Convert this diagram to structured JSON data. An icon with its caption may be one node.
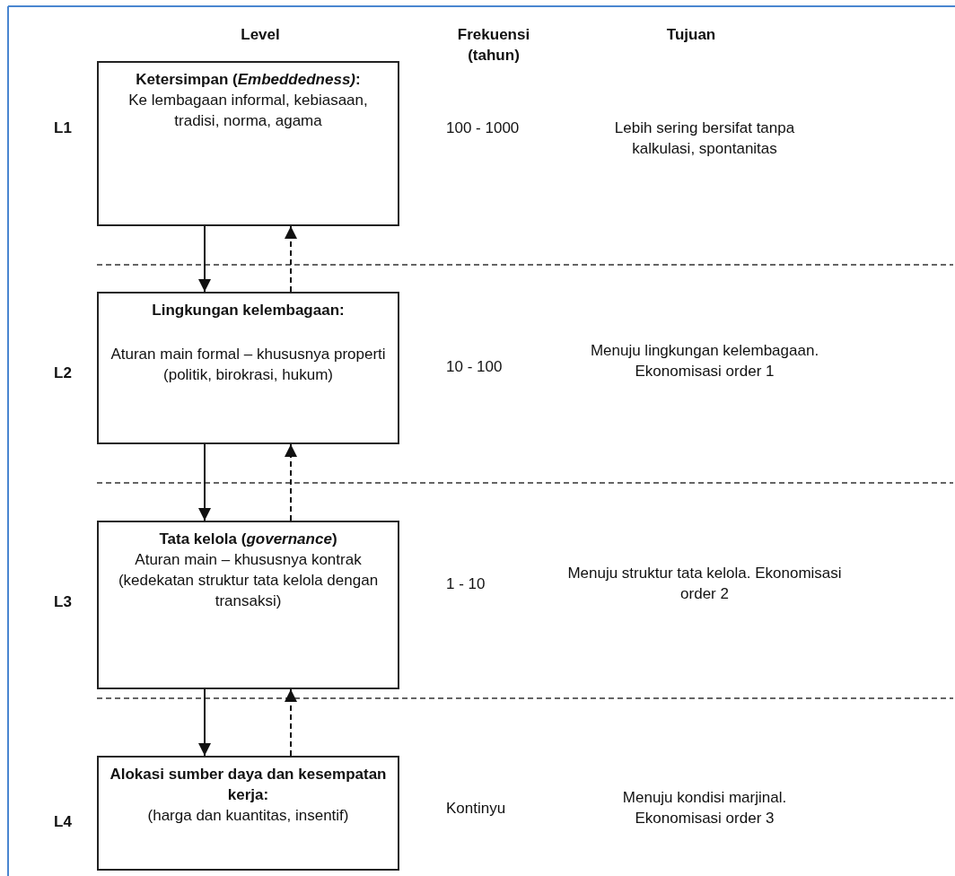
{
  "diagram": {
    "nodes": [
      {
        "text": [
          "Ketersimpan (*Embeddedness)*:",
          "Ke lembagaan informal, kebiasaan, tradisi, norma, agama"
        ]
      },
      {
        "text": [
          "Lingkungan kelembagaan:",
          "Aturan main formal – khususnya properti (politik, birokrasi, hukum)"
        ]
      },
      {
        "text": [
          "Tata kelola (*governance*)",
          "Aturan main – khususnya kontrak (kedekatan struktur tata kelola dengan transaksi)"
        ]
      },
      {
        "text": [
          "Alokasi sumber daya dan kesempatan kerja:",
          "(harga dan kuantitas, insentif)"
        ]
      }
    ],
    "edges": [
      {
        "from": 0,
        "to": 1,
        "arrow": "to"
      },
      {
        "from": 1,
        "to": 0,
        "arrow": "to",
        "style": "dashed"
      },
      {
        "from": 1,
        "to": 2,
        "arrow": "to"
      },
      {
        "from": 2,
        "to": 1,
        "arrow": "to",
        "style": "dashed"
      },
      {
        "from": 2,
        "to": 3,
        "arrow": "to"
      },
      {
        "from": 3,
        "to": 2,
        "arrow": "to",
        "style": "dashed"
      }
    ],
    "labels": [
      "Level",
      "Frekuensi (tahun)",
      "Tujuan",
      "L1",
      "100 - 1000",
      "Lebih sering bersifat tanpa kalkulasi, spontanitas",
      "L2",
      "10 - 100",
      "Menuju lingkungan kelembagaan. Ekonomisasi order 1",
      "L3",
      "1 - 10",
      "Menuju struktur tata kelola. Ekonomisasi order 2",
      "L4",
      "Kontinyu",
      "Menuju kondisi marjinal. Ekonomisasi order 3"
    ]
  }
}
